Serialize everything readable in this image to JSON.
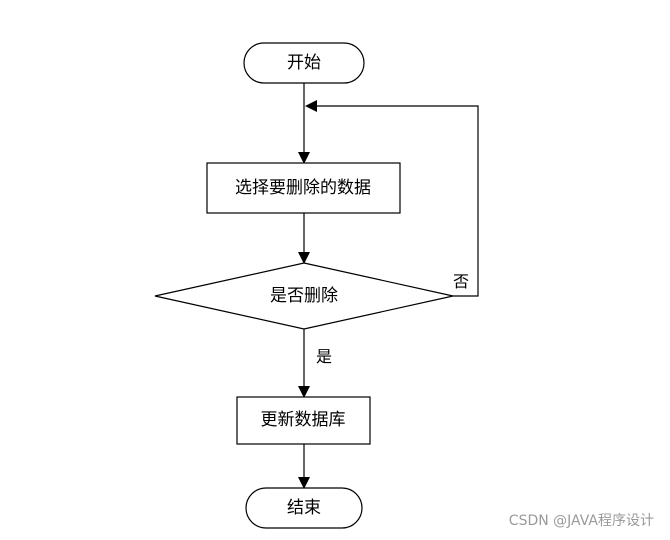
{
  "flowchart": {
    "nodes": {
      "start": "开始",
      "select": "选择要删除的数据",
      "decision": "是否删除",
      "update": "更新数据库",
      "end": "结束"
    },
    "edges": {
      "yes": "是",
      "no": "否"
    }
  },
  "watermark": "CSDN @JAVA程序设计",
  "colors": {
    "line": "#000000",
    "background": "#ffffff",
    "watermark": "#9a9a9a"
  }
}
